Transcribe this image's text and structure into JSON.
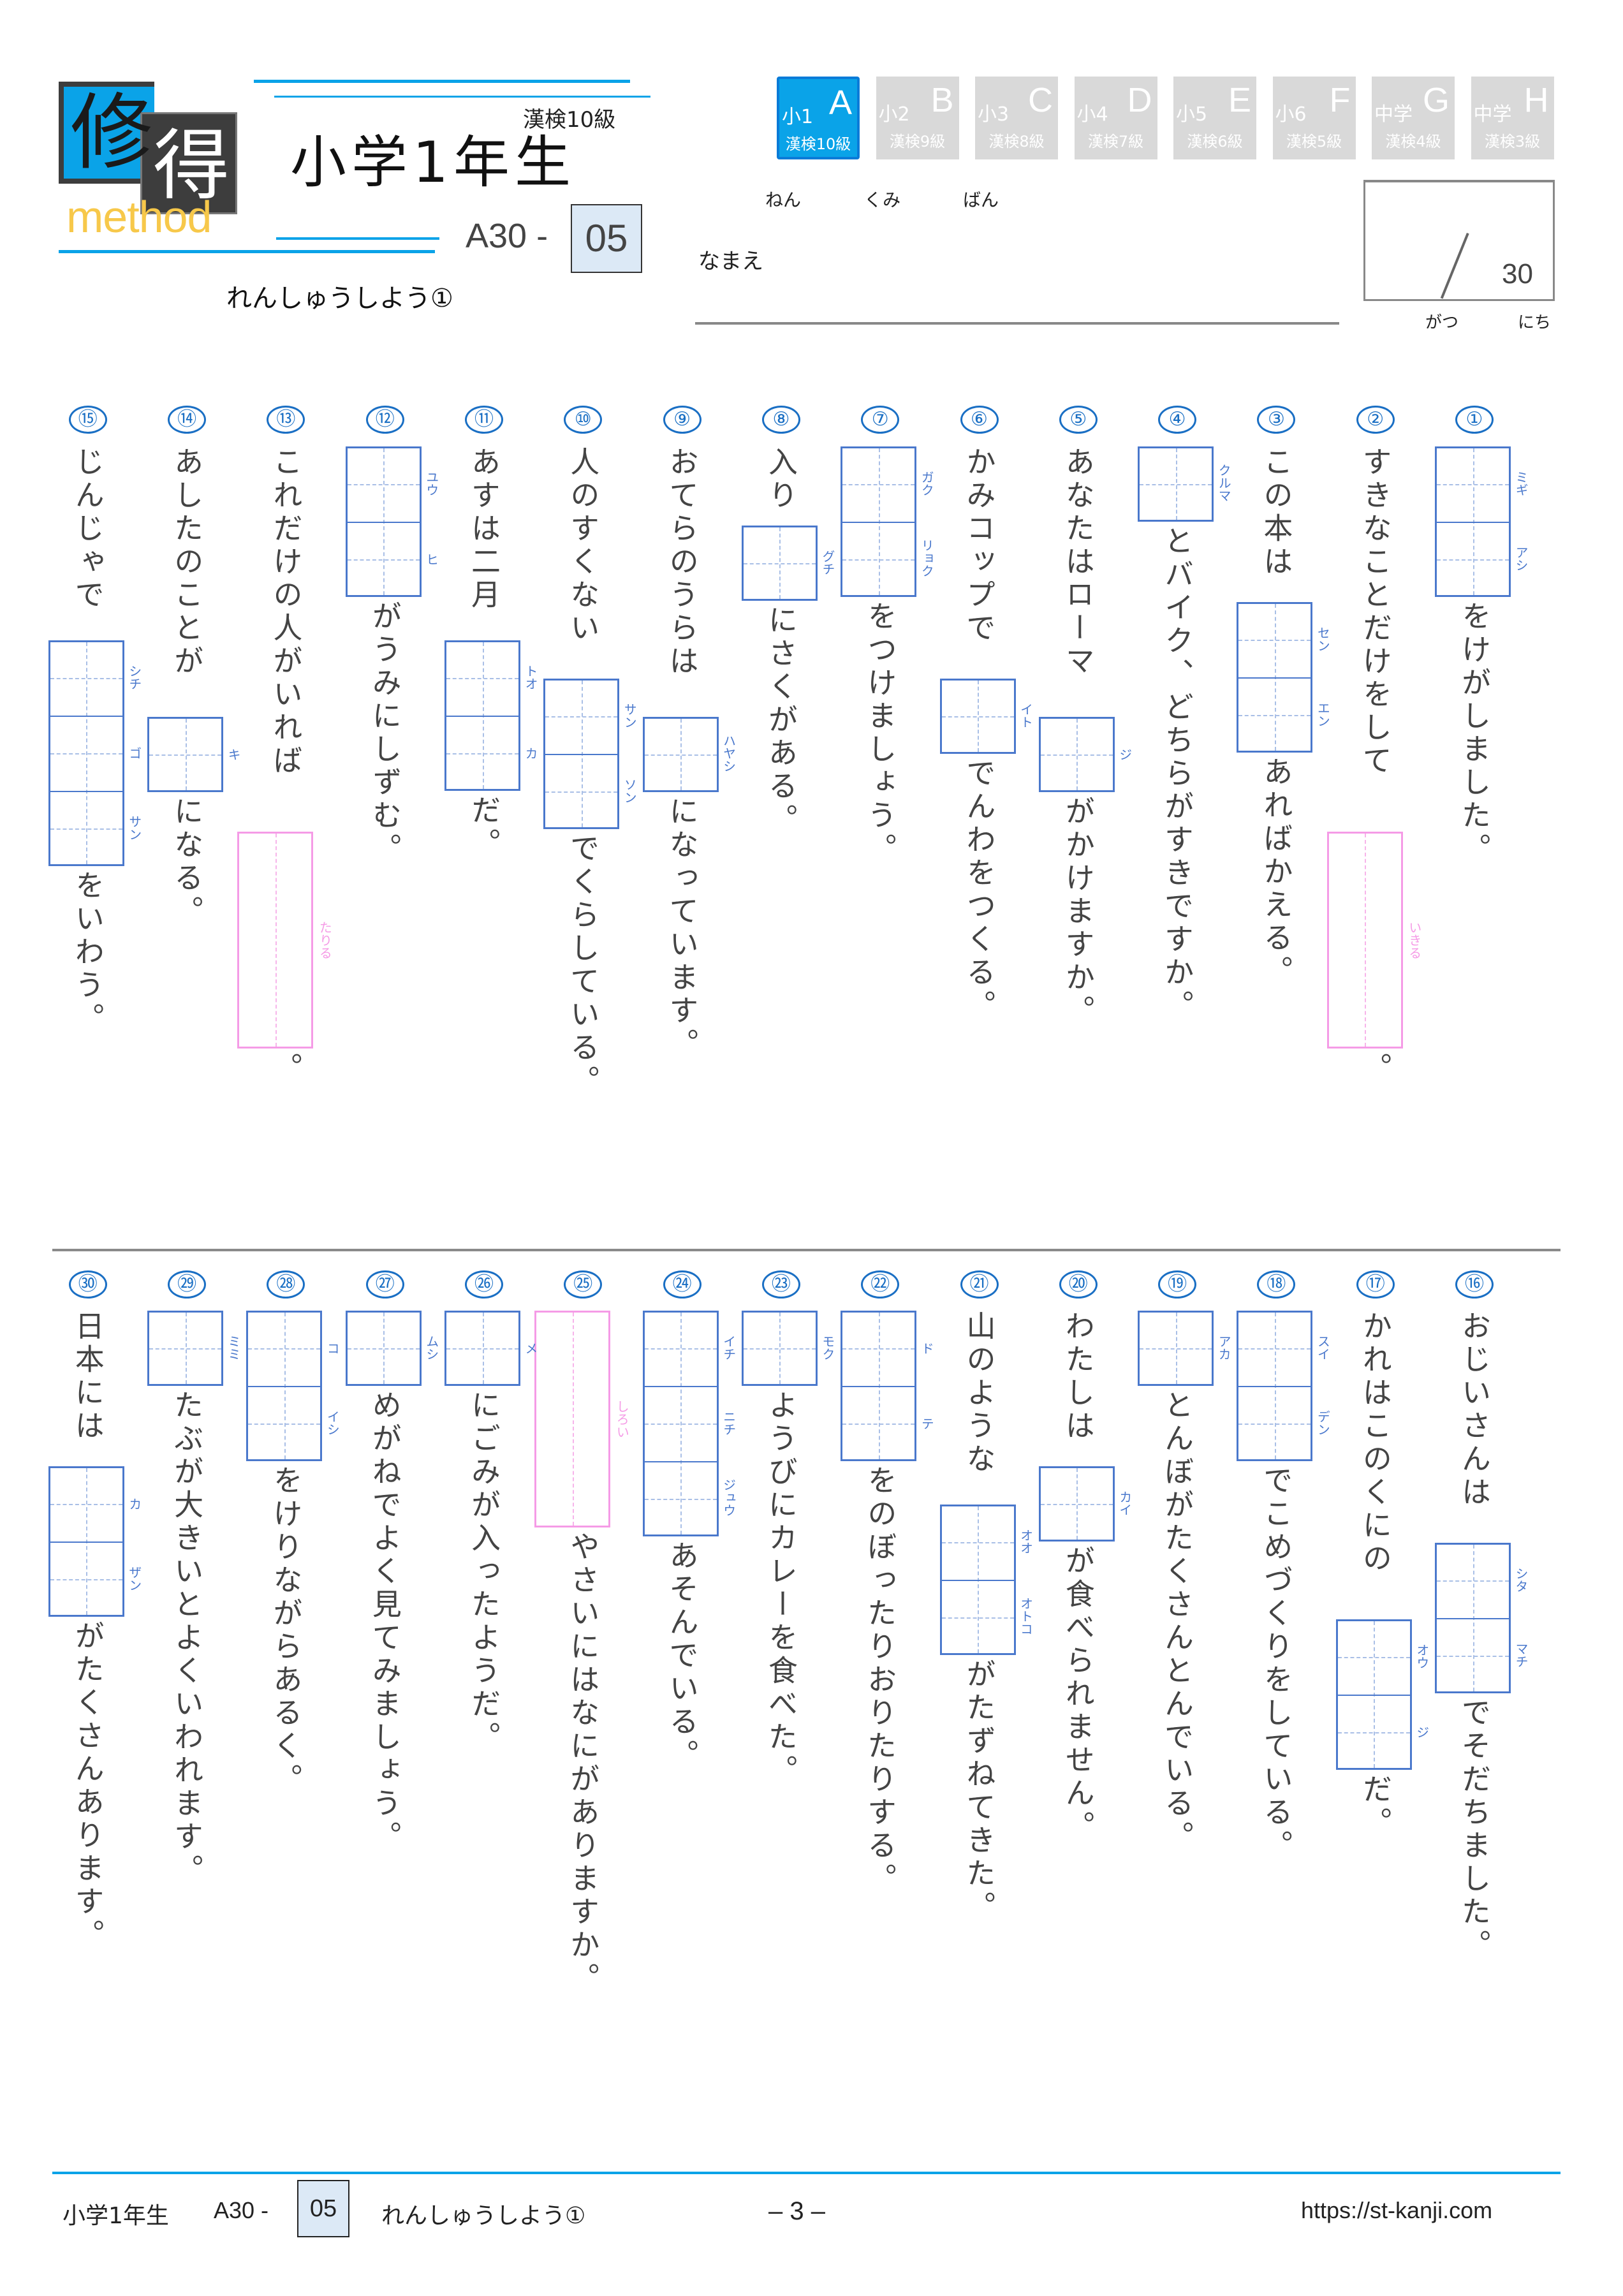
{
  "header": {
    "logo_kanji_1": "修",
    "logo_kanji_2": "得",
    "logo_method": "method",
    "kanken_level": "漢検10級",
    "grade_title": "小学1年生",
    "code_prefix": "A30 -",
    "code_number": "05",
    "subtitle": "れんしゅうしよう①"
  },
  "level_tabs": [
    {
      "grade": "小1",
      "letter": "A",
      "kanken": "漢検10級",
      "active": true
    },
    {
      "grade": "小2",
      "letter": "B",
      "kanken": "漢検9級",
      "active": false
    },
    {
      "grade": "小3",
      "letter": "C",
      "kanken": "漢検8級",
      "active": false
    },
    {
      "grade": "小4",
      "letter": "D",
      "kanken": "漢検7級",
      "active": false
    },
    {
      "grade": "小5",
      "letter": "E",
      "kanken": "漢検6級",
      "active": false
    },
    {
      "grade": "小6",
      "letter": "F",
      "kanken": "漢検5級",
      "active": false
    },
    {
      "grade": "中学",
      "letter": "G",
      "kanken": "漢検4級",
      "active": false
    },
    {
      "grade": "中学",
      "letter": "H",
      "kanken": "漢検3級",
      "active": false
    }
  ],
  "student_info": {
    "nen_label": "ねん",
    "kumi_label": "くみ",
    "ban_label": "ばん",
    "namae_label": "なまえ",
    "gatsu_label": "がつ",
    "nichi_label": "にち",
    "score_total": "30"
  },
  "colors": {
    "accent_blue": "#0aa3e8",
    "box_blue": "#4a78cc",
    "okurigana_pink": "#f59be6",
    "number_blue": "#1a6fc4"
  },
  "questions": [
    {
      "num": "①",
      "before": "",
      "furigana": [
        "ミギ",
        "アシ"
      ],
      "cells": 2,
      "type": "kanji",
      "after": "をけがしました。"
    },
    {
      "num": "②",
      "before": "すきなことだけをして",
      "furigana": [
        "いきる"
      ],
      "cells": 1,
      "type": "okurigana",
      "after": "。"
    },
    {
      "num": "③",
      "before": "この本は",
      "furigana": [
        "セン",
        "エン"
      ],
      "cells": 2,
      "type": "kanji",
      "after": "あればかえる。"
    },
    {
      "num": "④",
      "before": "",
      "furigana": [
        "クルマ"
      ],
      "cells": 1,
      "type": "kanji",
      "after": "とバイク、どちらがすきですか。"
    },
    {
      "num": "⑤",
      "before": "あなたはローマ",
      "furigana": [
        "ジ"
      ],
      "cells": 1,
      "type": "kanji",
      "after": "がかけますか。"
    },
    {
      "num": "⑥",
      "before": "かみコップで",
      "furigana": [
        "イト"
      ],
      "cells": 1,
      "type": "kanji",
      "after": "でんわをつくる。"
    },
    {
      "num": "⑦",
      "before": "",
      "furigana": [
        "ガク",
        "リョク"
      ],
      "cells": 2,
      "type": "kanji",
      "after": "をつけましょう。"
    },
    {
      "num": "⑧",
      "before": "入り",
      "furigana": [
        "グチ"
      ],
      "cells": 1,
      "type": "kanji",
      "after": "にさくがある。"
    },
    {
      "num": "⑨",
      "before": "おてらのうらは",
      "furigana": [
        "ハヤシ"
      ],
      "cells": 1,
      "type": "kanji",
      "after": "になっています。"
    },
    {
      "num": "⑩",
      "before": "人のすくない",
      "furigana": [
        "サン",
        "ソン"
      ],
      "cells": 2,
      "type": "kanji",
      "after": "でくらしている。"
    },
    {
      "num": "⑪",
      "before": "あすは二月",
      "furigana": [
        "トオ",
        "カ"
      ],
      "cells": 2,
      "type": "kanji",
      "after": "だ。"
    },
    {
      "num": "⑫",
      "before": "",
      "furigana": [
        "ユウ",
        "ヒ"
      ],
      "cells": 2,
      "type": "kanji",
      "after": "がうみにしずむ。"
    },
    {
      "num": "⑬",
      "before": "これだけの人がいれば",
      "furigana": [
        "たりる"
      ],
      "cells": 1,
      "type": "okurigana",
      "after": "。"
    },
    {
      "num": "⑭",
      "before": "あしたのことが",
      "furigana": [
        "キ"
      ],
      "cells": 1,
      "type": "kanji",
      "after": "になる。"
    },
    {
      "num": "⑮",
      "before": "じんじゃで",
      "furigana": [
        "シチ",
        "ゴ",
        "サン"
      ],
      "cells": 3,
      "type": "kanji",
      "after": "をいわう。"
    },
    {
      "num": "⑯",
      "before": "おじいさんは",
      "furigana": [
        "シタ",
        "マチ"
      ],
      "cells": 2,
      "type": "kanji",
      "after": "でそだちました。"
    },
    {
      "num": "⑰",
      "before": "かれはこのくにの",
      "furigana": [
        "オウ",
        "ジ"
      ],
      "cells": 2,
      "type": "kanji",
      "after": "だ。"
    },
    {
      "num": "⑱",
      "before": "",
      "furigana": [
        "スイ",
        "デン"
      ],
      "cells": 2,
      "type": "kanji",
      "after": "でこめづくりをしている。"
    },
    {
      "num": "⑲",
      "before": "",
      "furigana": [
        "アカ"
      ],
      "cells": 1,
      "type": "kanji",
      "after": "とんぼがたくさんとんでいる。"
    },
    {
      "num": "⑳",
      "before": "わたしは",
      "furigana": [
        "カイ"
      ],
      "cells": 1,
      "type": "kanji",
      "after": "が食べられません。"
    },
    {
      "num": "㉑",
      "before": "山のような",
      "furigana": [
        "オオ",
        "オトコ"
      ],
      "cells": 2,
      "type": "kanji",
      "after": "がたずねてきた。"
    },
    {
      "num": "㉒",
      "before": "",
      "furigana": [
        "ド",
        "テ"
      ],
      "cells": 2,
      "type": "kanji",
      "after": "をのぼったりおりたりする。"
    },
    {
      "num": "㉓",
      "before": "",
      "furigana": [
        "モク"
      ],
      "cells": 1,
      "type": "kanji",
      "after": "ようびにカレーを食べた。"
    },
    {
      "num": "㉔",
      "before": "",
      "furigana": [
        "イチ",
        "ニチ",
        "ジュウ"
      ],
      "cells": 3,
      "type": "kanji",
      "after": "あそんでいる。"
    },
    {
      "num": "㉕",
      "before": "",
      "furigana": [
        "しろい"
      ],
      "cells": 1,
      "type": "okurigana",
      "after": "やさいにはなにがありますか。"
    },
    {
      "num": "㉖",
      "before": "",
      "furigana": [
        "メ"
      ],
      "cells": 1,
      "type": "kanji",
      "after": "にごみが入ったようだ。"
    },
    {
      "num": "㉗",
      "before": "",
      "furigana": [
        "ムシ"
      ],
      "cells": 1,
      "type": "kanji",
      "after": "めがねでよく見てみましょう。"
    },
    {
      "num": "㉘",
      "before": "",
      "furigana": [
        "コ",
        "イシ"
      ],
      "cells": 2,
      "type": "kanji",
      "after": "をけりながらあるく。"
    },
    {
      "num": "㉙",
      "before": "",
      "furigana": [
        "ミミ"
      ],
      "cells": 1,
      "type": "kanji",
      "after": "たぶが大きいとよくいわれます。"
    },
    {
      "num": "㉚",
      "before": "日本には",
      "furigana": [
        "カ",
        "ザン"
      ],
      "cells": 2,
      "type": "kanji",
      "after": "がたくさんあります。"
    }
  ],
  "footer": {
    "grade": "小学1年生",
    "code_prefix": "A30 -",
    "code_number": "05",
    "subtitle": "れんしゅうしよう①",
    "page": "– 3 –",
    "url": "https://st-kanji.com"
  }
}
